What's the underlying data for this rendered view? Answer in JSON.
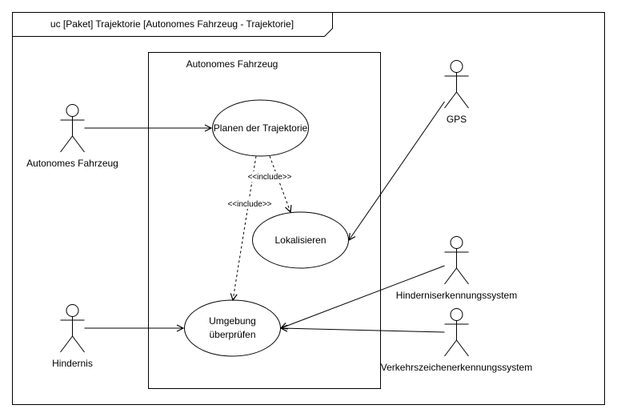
{
  "frame": {
    "title": "uc [Paket] Trajektorie [Autonomes Fahrzeug - Trajektorie]"
  },
  "system": {
    "name": "Autonomes Fahrzeug"
  },
  "use_cases": [
    {
      "id": "planen",
      "label_lines": [
        "Planen der Trajektorie"
      ]
    },
    {
      "id": "lokal",
      "label_lines": [
        "Lokalisieren"
      ]
    },
    {
      "id": "umgebung",
      "label_lines": [
        "Umgebung",
        "überprüfen"
      ]
    }
  ],
  "actors": [
    {
      "id": "autonomes",
      "label": "Autonomes Fahrzeug"
    },
    {
      "id": "hindernis",
      "label": "Hindernis"
    },
    {
      "id": "gps",
      "label": "GPS"
    },
    {
      "id": "hinderniserkennung",
      "label": "Hinderniserkennungssystem"
    },
    {
      "id": "verkehrszeichen",
      "label": "Verkehrszeichenerkennungssystem"
    }
  ],
  "relations": {
    "include_label": "<<include>>"
  }
}
